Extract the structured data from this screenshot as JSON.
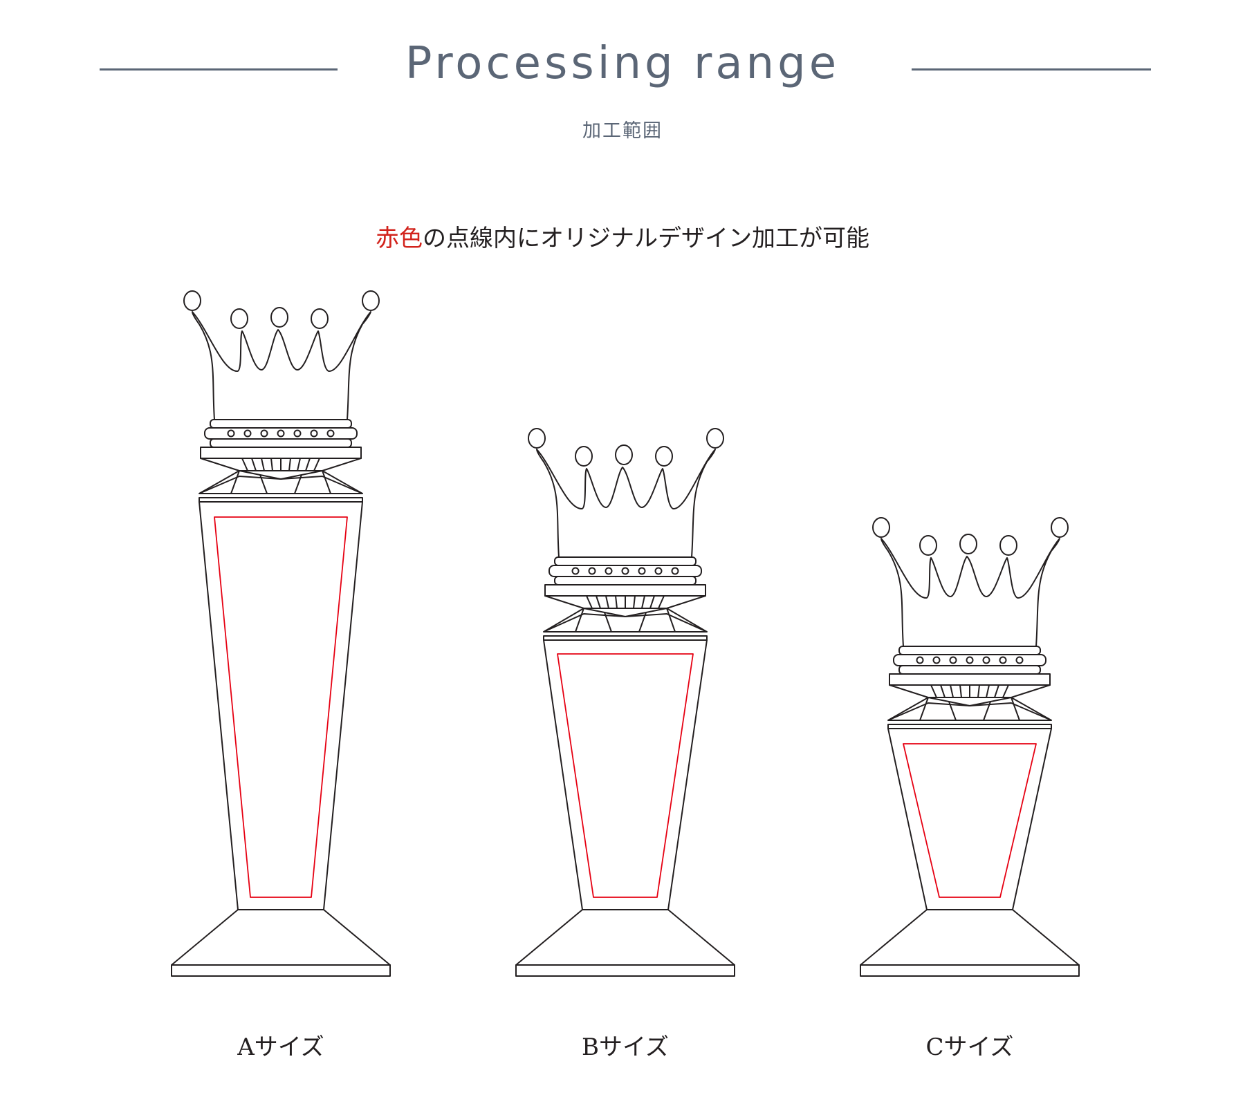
{
  "header": {
    "title": "Processing range",
    "subtitle": "加工範囲"
  },
  "notice": {
    "highlight": "赤色",
    "rest": "の点線内にオリジナルデザイン加工が可能"
  },
  "colors": {
    "line": "#231f20",
    "processing_area": "#e60012",
    "heading": "#5b6676"
  },
  "sizes": [
    {
      "label": "Aサイズ"
    },
    {
      "label": "Bサイズ"
    },
    {
      "label": "Cサイズ"
    }
  ]
}
